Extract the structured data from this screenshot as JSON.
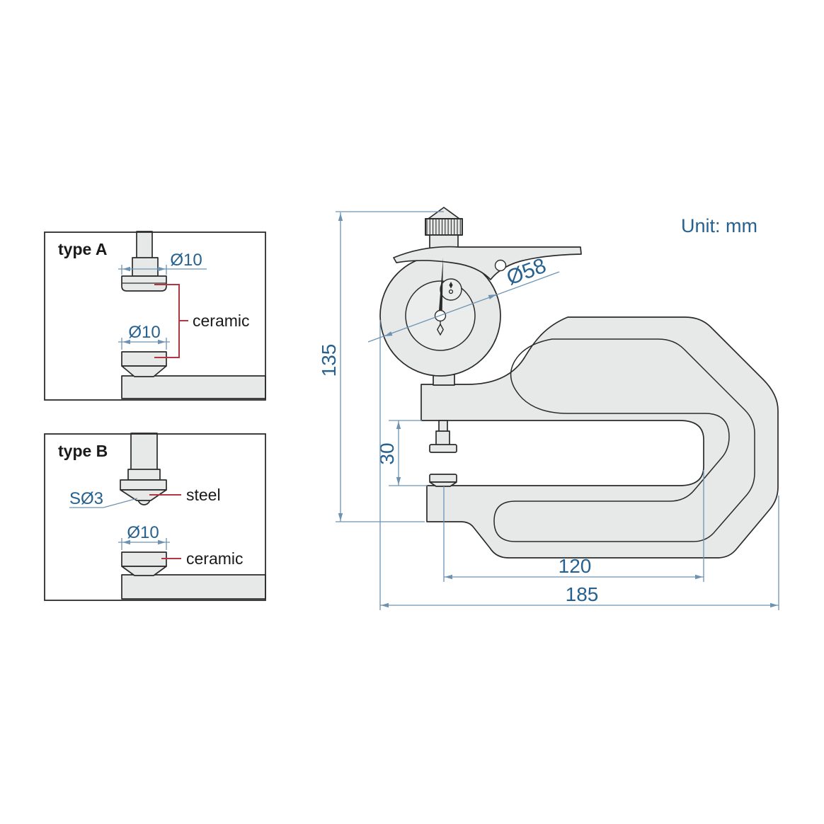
{
  "unit_note": "Unit: mm",
  "colors": {
    "dimension_text_blue": "#26618f",
    "dimension_line_blue": "#6e93b2",
    "leader_red": "#b33742",
    "body_fill": "#e7e8e8",
    "line_dark": "#2b2b2b"
  },
  "panels": {
    "type_a": {
      "title": "type A",
      "top_tip_diameter": "Ø10",
      "bottom_anvil_diameter": "Ø10",
      "material_label": "ceramic"
    },
    "type_b": {
      "title": "type B",
      "tip_sphere_diameter": "SØ3",
      "tip_material_label": "steel",
      "bottom_anvil_diameter": "Ø10",
      "anvil_material_label": "ceramic"
    }
  },
  "gauge_dimensions": {
    "dial_diameter": "Ø58",
    "overall_height": "135",
    "throat_gap": "30",
    "throat_depth": "120",
    "overall_length": "185"
  }
}
